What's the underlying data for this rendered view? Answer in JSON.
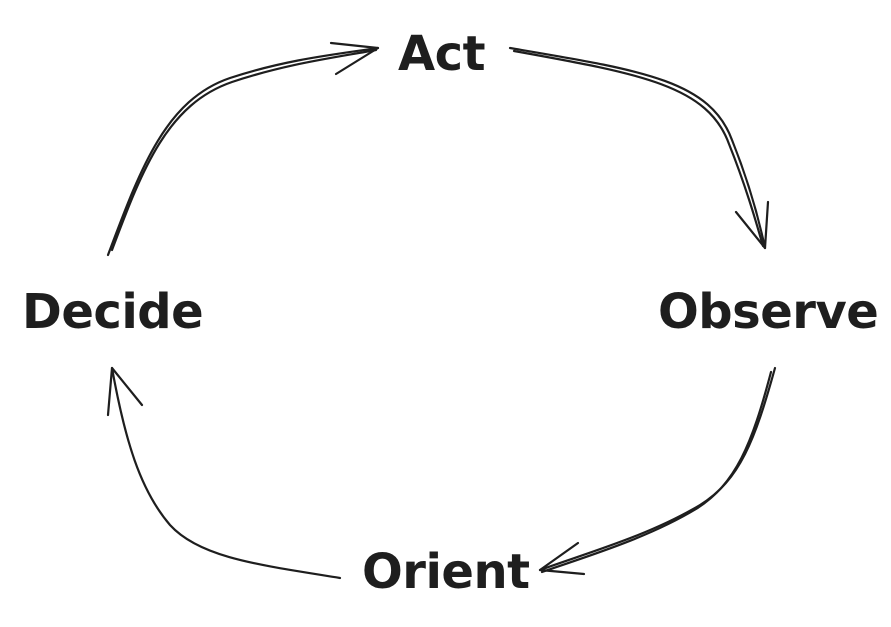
{
  "diagram": {
    "nodes": {
      "act": "Act",
      "observe": "Observe",
      "orient": "Orient",
      "decide": "Decide"
    },
    "edges": [
      {
        "from": "act",
        "to": "observe"
      },
      {
        "from": "observe",
        "to": "orient"
      },
      {
        "from": "orient",
        "to": "decide"
      },
      {
        "from": "decide",
        "to": "act"
      }
    ],
    "stroke_color": "#1e1e1e",
    "text_color": "#1e1e1e",
    "background_color": "#ffffff"
  }
}
